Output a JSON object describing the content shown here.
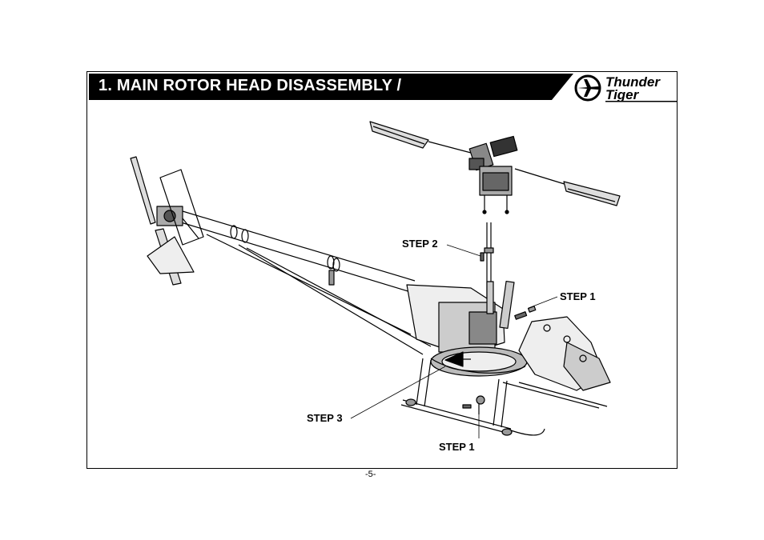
{
  "header": {
    "title": "1. MAIN ROTOR HEAD DISASSEMBLY /",
    "title_bg": "#000000",
    "title_color": "#ffffff"
  },
  "logo": {
    "line1": "Thunder",
    "line2": "Tiger",
    "icon": "airplane-circle-icon"
  },
  "steps": {
    "step2": "STEP 2",
    "step1_upper": "STEP 1",
    "step3": "STEP 3",
    "step1_lower": "STEP 1"
  },
  "footer": {
    "page_number": "-5-"
  }
}
